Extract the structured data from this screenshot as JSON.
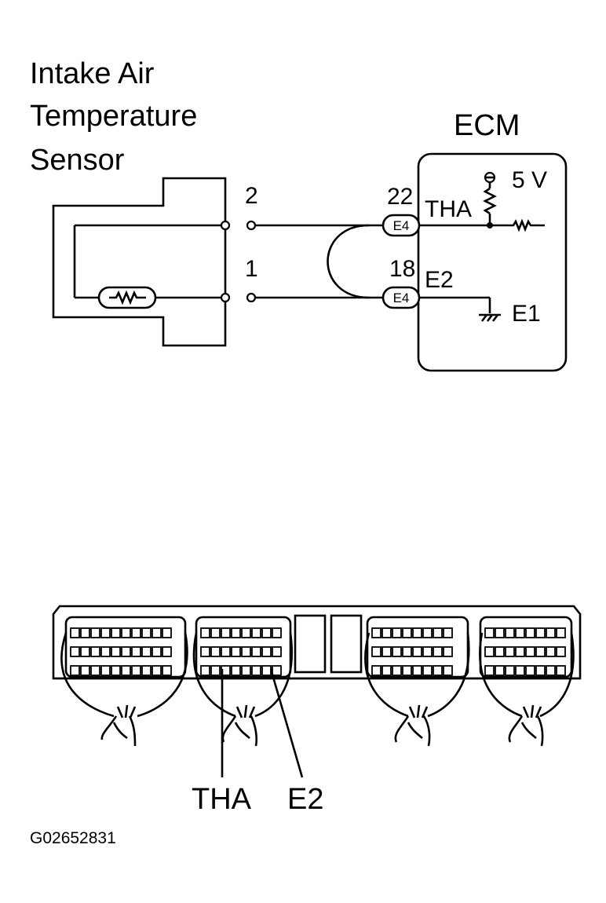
{
  "sensor": {
    "title_line1": "Intake Air",
    "title_line2": "Temperature",
    "title_line3": "Sensor",
    "pin_top": "2",
    "pin_bottom": "1"
  },
  "ecm": {
    "title": "ECM",
    "voltage": "5 V",
    "terminal_top_number": "22",
    "terminal_top_name": "THA",
    "terminal_bottom_number": "18",
    "terminal_bottom_name": "E2",
    "ground_name": "E1",
    "connector_top": "E4",
    "connector_bottom": "E4"
  },
  "connector_view": {
    "callout_tha": "THA",
    "callout_e2": "E2"
  },
  "figure_id": "G02652831"
}
